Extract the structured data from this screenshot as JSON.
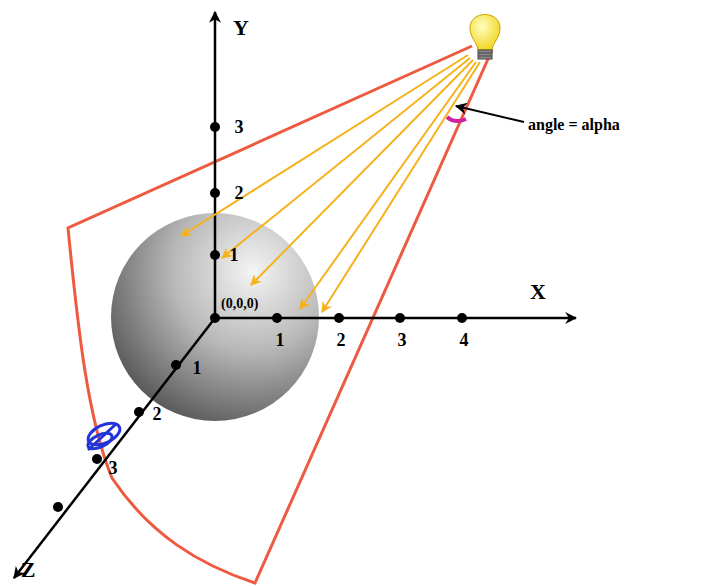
{
  "diagram": {
    "labels": [
      "Y",
      "3",
      "2",
      "1",
      "angle = alpha",
      "X",
      "(0,0,0)",
      "1",
      "2",
      "3",
      "4",
      "1",
      "2",
      "3",
      "Z"
    ]
  }
}
